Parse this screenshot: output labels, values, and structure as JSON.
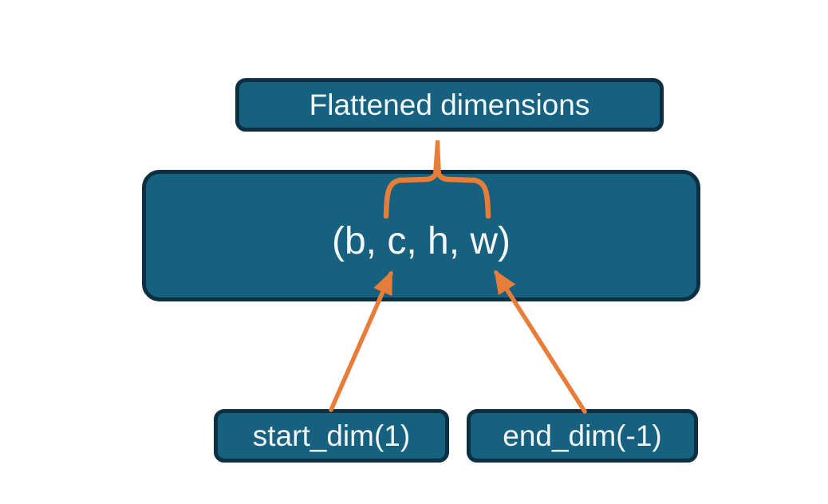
{
  "diagram": {
    "title_box": {
      "label": "Flattened dimensions"
    },
    "tensor_box": {
      "label": "(b, c, h, w)"
    },
    "start_dim_box": {
      "label": "start_dim(1)"
    },
    "end_dim_box": {
      "label": "end_dim(-1)"
    }
  },
  "colors": {
    "background": "#ffffff",
    "box_fill": "#176180",
    "box_border": "#0d2f42",
    "text_color": "#f2f6f7",
    "arrow": "#e87d3a"
  }
}
